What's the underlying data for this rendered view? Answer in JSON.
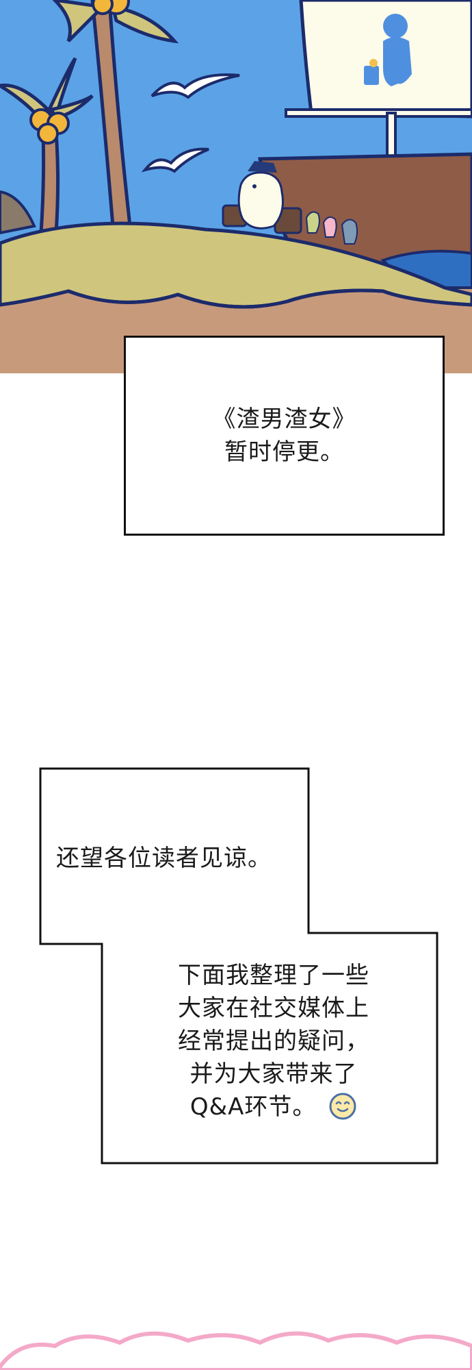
{
  "scene": {
    "sky_color": "#5ba3e6",
    "sand_color": "#c89a7c",
    "grass_color": "#cfc57d",
    "ship_color": "#8f5c48",
    "sail_color": "#fdfbea",
    "sea_color": "#2f6fc2",
    "figure_color": "#4f8fe0",
    "icons": [
      "palm-tree-icon",
      "seagull-icon",
      "chicken-character-icon",
      "sailing-ship-icon",
      "person-with-bucket-icon"
    ]
  },
  "box1": {
    "line1": "《渣男渣女》",
    "line2": "暂时停更。"
  },
  "box2": {
    "line1": "还望各位读者见谅。",
    "line2": "下面我整理了一些",
    "line3": "大家在社交媒体上",
    "line4": "经常提出的疑问，",
    "line5": "并为大家带来了",
    "line6": "Q&A环节。",
    "icon": "smile-emoji-icon"
  },
  "footer": {
    "cloud_color": "#f4a9c9"
  }
}
